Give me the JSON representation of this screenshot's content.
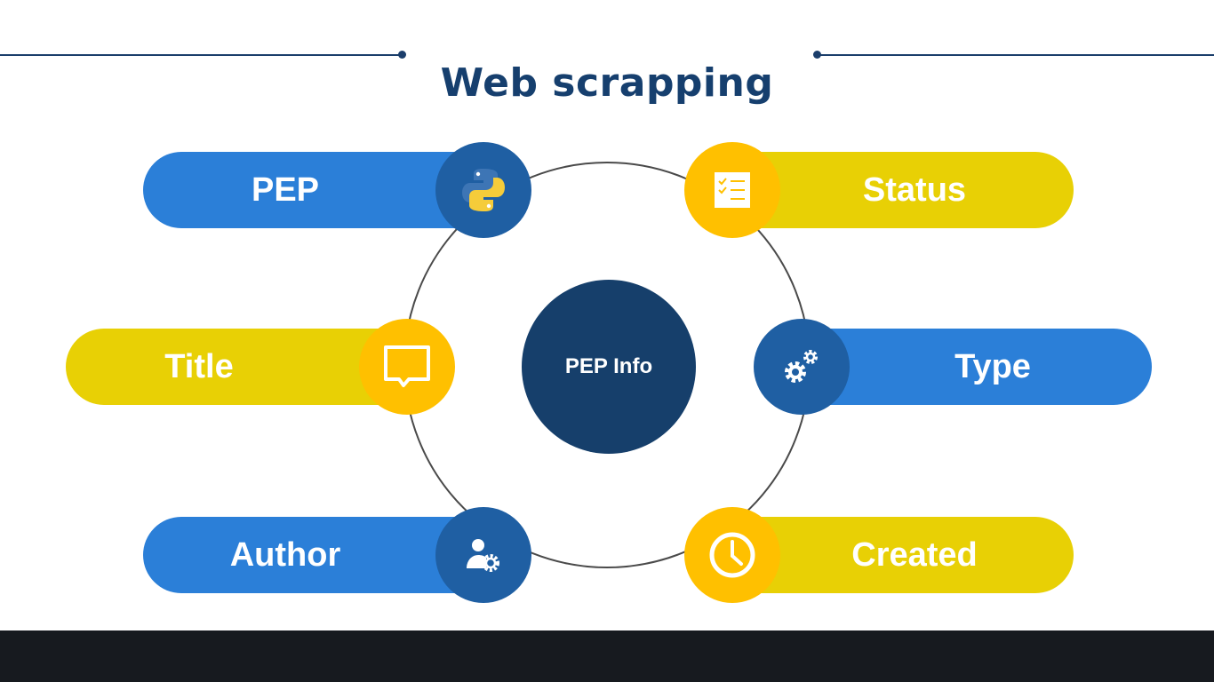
{
  "title": "Web scrapping",
  "center": {
    "label": "PEP Info"
  },
  "nodes": {
    "pep": {
      "label": "PEP",
      "icon": "python-logo-icon"
    },
    "title": {
      "label": "Title",
      "icon": "speech-bubble-icon"
    },
    "author": {
      "label": "Author",
      "icon": "user-gear-icon"
    },
    "status": {
      "label": "Status",
      "icon": "checklist-icon"
    },
    "type": {
      "label": "Type",
      "icon": "gears-icon"
    },
    "created": {
      "label": "Created",
      "icon": "clock-icon"
    }
  },
  "colors": {
    "blue_pill": "#2b7fd8",
    "blue_badge": "#1f5fa3",
    "yellow_pill": "#e8d005",
    "yellow_badge": "#ffc000",
    "hub": "#163f6b",
    "title_text": "#163f6e"
  }
}
